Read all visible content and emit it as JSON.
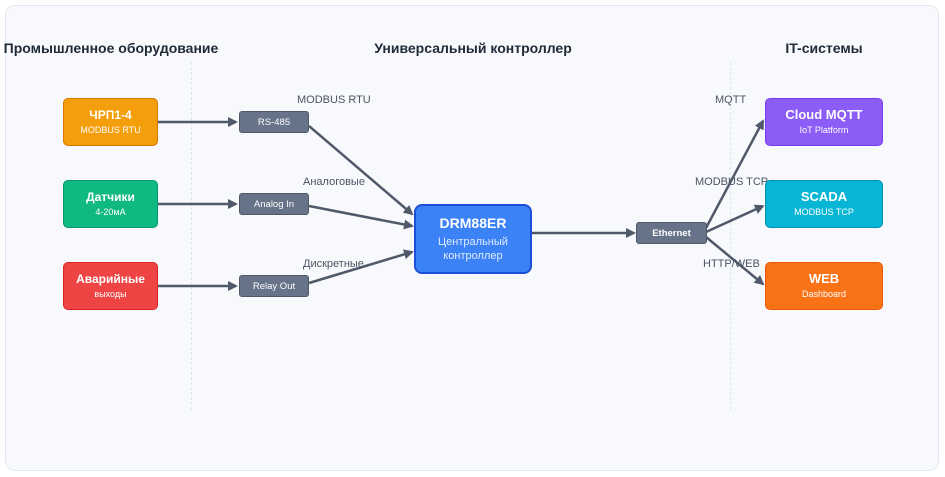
{
  "columns": {
    "left": "Промышленное оборудование",
    "center": "Универсальный контроллер",
    "right": "IT-системы"
  },
  "left_devices": [
    {
      "title": "ЧРП1-4",
      "subtitle": "MODBUS RTU",
      "color": "#f59e0b"
    },
    {
      "title": "Датчики",
      "subtitle": "4-20мА",
      "color": "#10b981"
    },
    {
      "title": "Аварийные",
      "subtitle": "выходы",
      "color": "#ef4444"
    }
  ],
  "interfaces": [
    {
      "label": "RS-485",
      "link_label": "MODBUS RTU"
    },
    {
      "label": "Analog In",
      "link_label": "Аналоговые"
    },
    {
      "label": "Relay Out",
      "link_label": "Дискретные"
    }
  ],
  "controller": {
    "title": "DRM88ER",
    "subtitle_line1": "Центральный",
    "subtitle_line2": "контроллер",
    "color": "#3b82f6"
  },
  "network": {
    "label": "Ethernet"
  },
  "right_systems": [
    {
      "title": "Cloud MQTT",
      "subtitle": "IoT Platform",
      "color": "#8b5cf6",
      "link_label": "MQTT"
    },
    {
      "title": "SCADA",
      "subtitle": "MODBUS TCP",
      "color": "#06b6d4",
      "link_label": "MODBUS TCP"
    },
    {
      "title": "WEB",
      "subtitle": "Dashboard",
      "color": "#f97316",
      "link_label": "HTTP/WEB"
    }
  ],
  "colors": {
    "connector": "#677388",
    "arrow": "#4f596a"
  }
}
